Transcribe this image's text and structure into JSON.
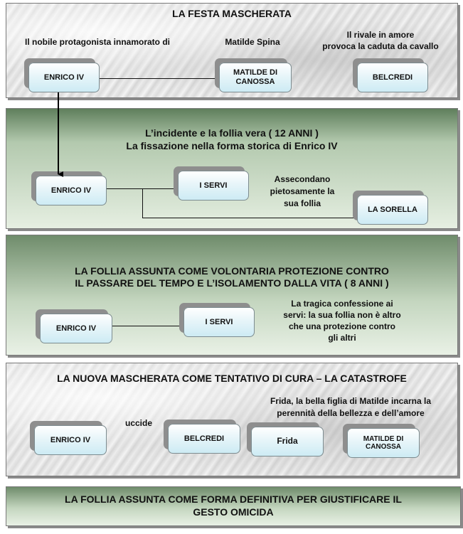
{
  "panel1": {
    "title": "LA FESTA MASCHERATA",
    "caption_left": "Il nobile protagonista innamorato di",
    "caption_mid": "Matilde Spina",
    "caption_right_1": "Il rivale in amore",
    "caption_right_2": "provoca la caduta da cavallo",
    "box_enrico": "ENRICO IV",
    "box_matilde_1": "MATILDE DI",
    "box_matilde_2": "CANOSSA",
    "box_belcredi": "BELCREDI"
  },
  "panel2": {
    "title_1": "L’incidente e la follia  vera ( 12 ANNI )",
    "title_2": "La fissazione nella forma storica di Enrico IV",
    "box_enrico": "ENRICO IV",
    "box_servi": "I SERVI",
    "box_sorella": "LA SORELLA",
    "note_1": "Assecondano",
    "note_2": "pietosamente la",
    "note_3": "sua follia"
  },
  "panel3": {
    "title_1": "LA FOLLIA  ASSUNTA COME VOLONTARIA PROTEZIONE CONTRO",
    "title_2": "IL PASSARE DEL TEMPO E  L’ISOLAMENTO DALLA VITA ( 8 ANNI )",
    "box_enrico": "ENRICO IV",
    "box_servi": "I SERVI",
    "note_1": "La tragica confessione ai",
    "note_2": "servi: la sua follia non è altro",
    "note_3": "che una protezione contro",
    "note_4": "gli altri"
  },
  "panel4": {
    "title": "LA NUOVA MASCHERATA COME TENTATIVO DI CURA – LA CATASTROFE",
    "note_1": "Frida, la bella figlia di Matilde incarna la",
    "note_2": "perennità della bellezza e dell’amore",
    "verb": "uccide",
    "box_enrico": "ENRICO IV",
    "box_belcredi": "BELCREDI",
    "box_frida": "Frida",
    "box_matilde_1": "MATILDE DI",
    "box_matilde_2": "CANOSSA"
  },
  "panel5": {
    "title_1": "LA FOLLIA  ASSUNTA COME FORMA DEFINITIVA PER GIUSTIFICARE IL",
    "title_2": "GESTO OMICIDA"
  }
}
